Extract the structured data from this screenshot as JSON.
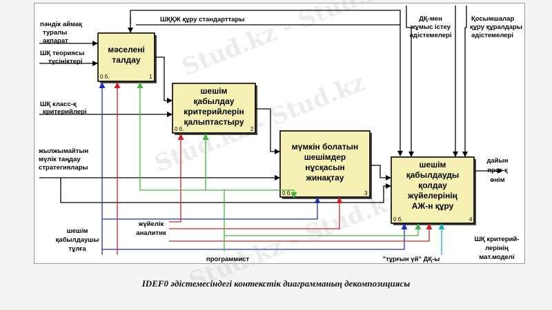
{
  "watermark": "Stud.kz - Stud.kz",
  "boxes": [
    {
      "title_lines": [
        "мәселені",
        "талдау"
      ],
      "num": "1",
      "cost": "0 б."
    },
    {
      "title_lines": [
        "шешім",
        "қабылдау",
        "критерийлерін",
        "қалыптастыру"
      ],
      "num": "2",
      "cost": "0 б."
    },
    {
      "title_lines": [
        "мүмкін болатын",
        "шешімдер",
        "нұсқасын",
        "жинақтау"
      ],
      "num": "3",
      "cost": "0 б."
    },
    {
      "title_lines": [
        "шешім",
        "қабылдауды",
        "қолдау",
        "жүйелерінің",
        "АЖ-н құру"
      ],
      "num": "4",
      "cost": "0 б."
    }
  ],
  "inputs": {
    "aimak": [
      "пәндік аймақ",
      "туралы",
      "ақпарат"
    ],
    "theory": [
      "ШҚ теориясы",
      "түсініктері"
    ],
    "criteria_class": [
      "ШҚ класс-қ",
      "критерийлері"
    ],
    "strategy": [
      "жылжымайтын",
      "мүлік таңдау",
      "стратегиялары"
    ]
  },
  "controls": {
    "standards": "ШҚҚЖ құру стандарттары",
    "methods": [
      "ДҚ-мен",
      "жұмыс істеу",
      "әдістемелері"
    ],
    "apps": [
      "Қосымшалар",
      "құру құралдары",
      "әдістемелері"
    ]
  },
  "outputs": {
    "ready": [
      "дайын",
      "прог-қ",
      "өнім"
    ]
  },
  "mechanisms": {
    "decision_maker": [
      "шешім",
      "қабылдаушы",
      "тұлға"
    ],
    "analyst": [
      "жүйелік",
      "аналитик"
    ],
    "programmer": "программист",
    "user": "\"тұрғын үй\" ДҚ-ы",
    "model": [
      "ШҚ критерий-",
      "лерінің",
      "мат.моделі"
    ]
  },
  "colors": {
    "blue": "#1f2fbd",
    "red": "#d42020",
    "green": "#44b444",
    "cyan": "#18b0c0",
    "box_fill": "#f5f0b4"
  },
  "caption": "IDEF0 әдістемесіндегі  контекстік диаграмманың декомпозициясы"
}
